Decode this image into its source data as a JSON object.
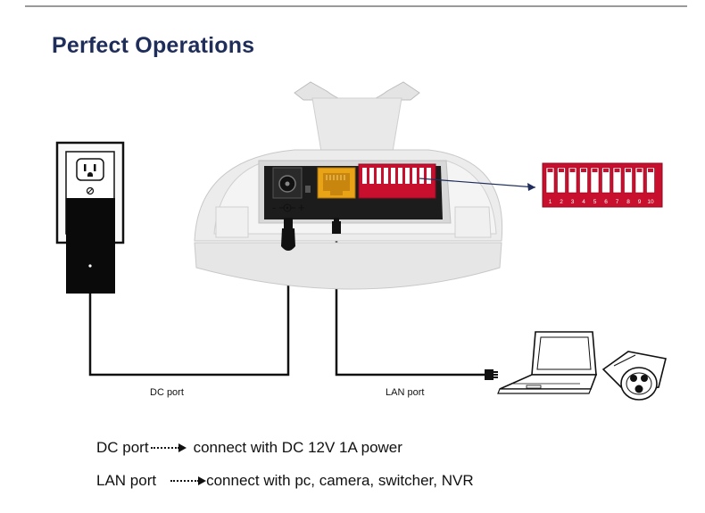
{
  "title": "Perfect Operations",
  "labels": {
    "dc_port": "DC port",
    "lan_port": "LAN port",
    "polarity_minus": "-",
    "polarity_plus": "+"
  },
  "dip_switch_numbers": [
    "1",
    "2",
    "3",
    "4",
    "5",
    "6",
    "7",
    "8",
    "9",
    "10"
  ],
  "legend": [
    {
      "port": "DC port",
      "description": "connect with DC 12V 1A power"
    },
    {
      "port": "LAN port",
      "description": "connect with pc, camera, switcher, NVR"
    }
  ],
  "colors": {
    "title": "#1f2d5a",
    "dip_switch": "#c8102e",
    "ethernet_port": "#e8a317",
    "pointer_line": "#1f2d5a"
  }
}
